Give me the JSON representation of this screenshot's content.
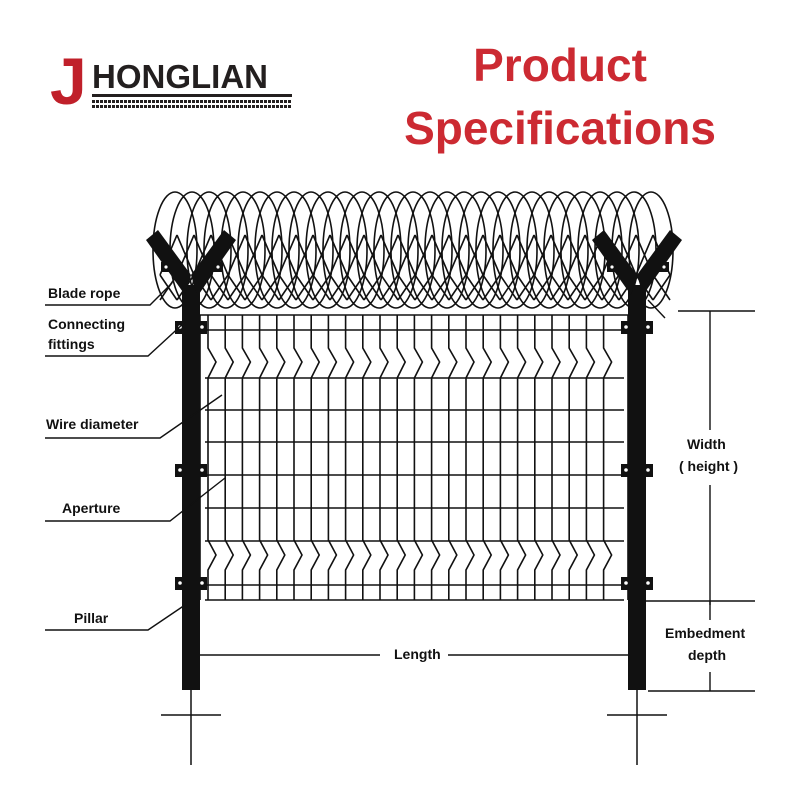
{
  "brand": {
    "logo_initial": "J",
    "logo_rest": "HONGLIAN",
    "logo_color": "#c0202a",
    "logo_text_color": "#231f1f"
  },
  "header": {
    "title_line1": "Product",
    "title_line2": "Specifications",
    "title_color": "#cc2a32"
  },
  "diagram": {
    "subject": "Welded mesh fence with razor wire (blade rope) top",
    "left_labels": {
      "blade_rope": "Blade rope",
      "connecting_fittings_line1": "Connecting",
      "connecting_fittings_line2": "fittings",
      "wire_diameter": "Wire diameter",
      "aperture": "Aperture",
      "pillar": "Pillar"
    },
    "dimension_labels": {
      "width_line1": "Width",
      "width_line2": "( height )",
      "embedment_line1": "Embedment",
      "embedment_line2": "depth",
      "length": "Length"
    },
    "line_color": "#111111"
  }
}
